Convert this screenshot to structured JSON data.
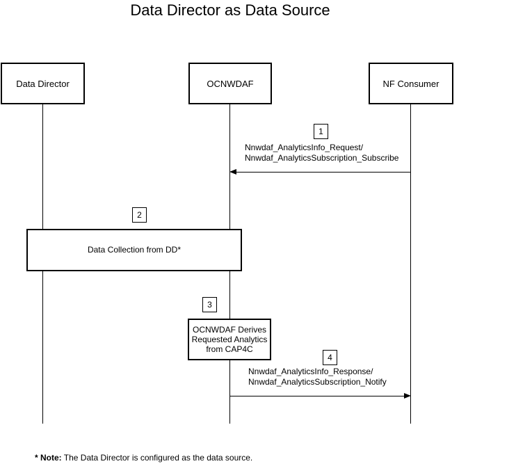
{
  "title": "Data Director as Data Source",
  "actors": [
    {
      "label": "Data Director"
    },
    {
      "label": "OCNWDAF"
    },
    {
      "label": "NF Consumer"
    }
  ],
  "messages": [
    {
      "step": "1",
      "line1": "Nnwdaf_AnalyticsInfo_Request/",
      "line2": "Nnwdaf_AnalyticsSubscription_Subscribe",
      "direction": "right-to-left"
    },
    {
      "step": "2",
      "label": "Data Collection from DD*"
    },
    {
      "step": "3",
      "line1": "OCNWDAF Derives",
      "line2": "Requested Analytics",
      "line3": "from CAP4C"
    },
    {
      "step": "4",
      "line1": "Nnwdaf_AnalyticsInfo_Response/",
      "line2": "Nnwdaf_AnalyticsSubscription_Notify",
      "direction": "left-to-right"
    }
  ],
  "note": {
    "prefix": "* Note:",
    "text": "The Data Director is configured as the data source."
  },
  "colors": {
    "line": "#000000",
    "background": "#ffffff",
    "text": "#000000"
  }
}
